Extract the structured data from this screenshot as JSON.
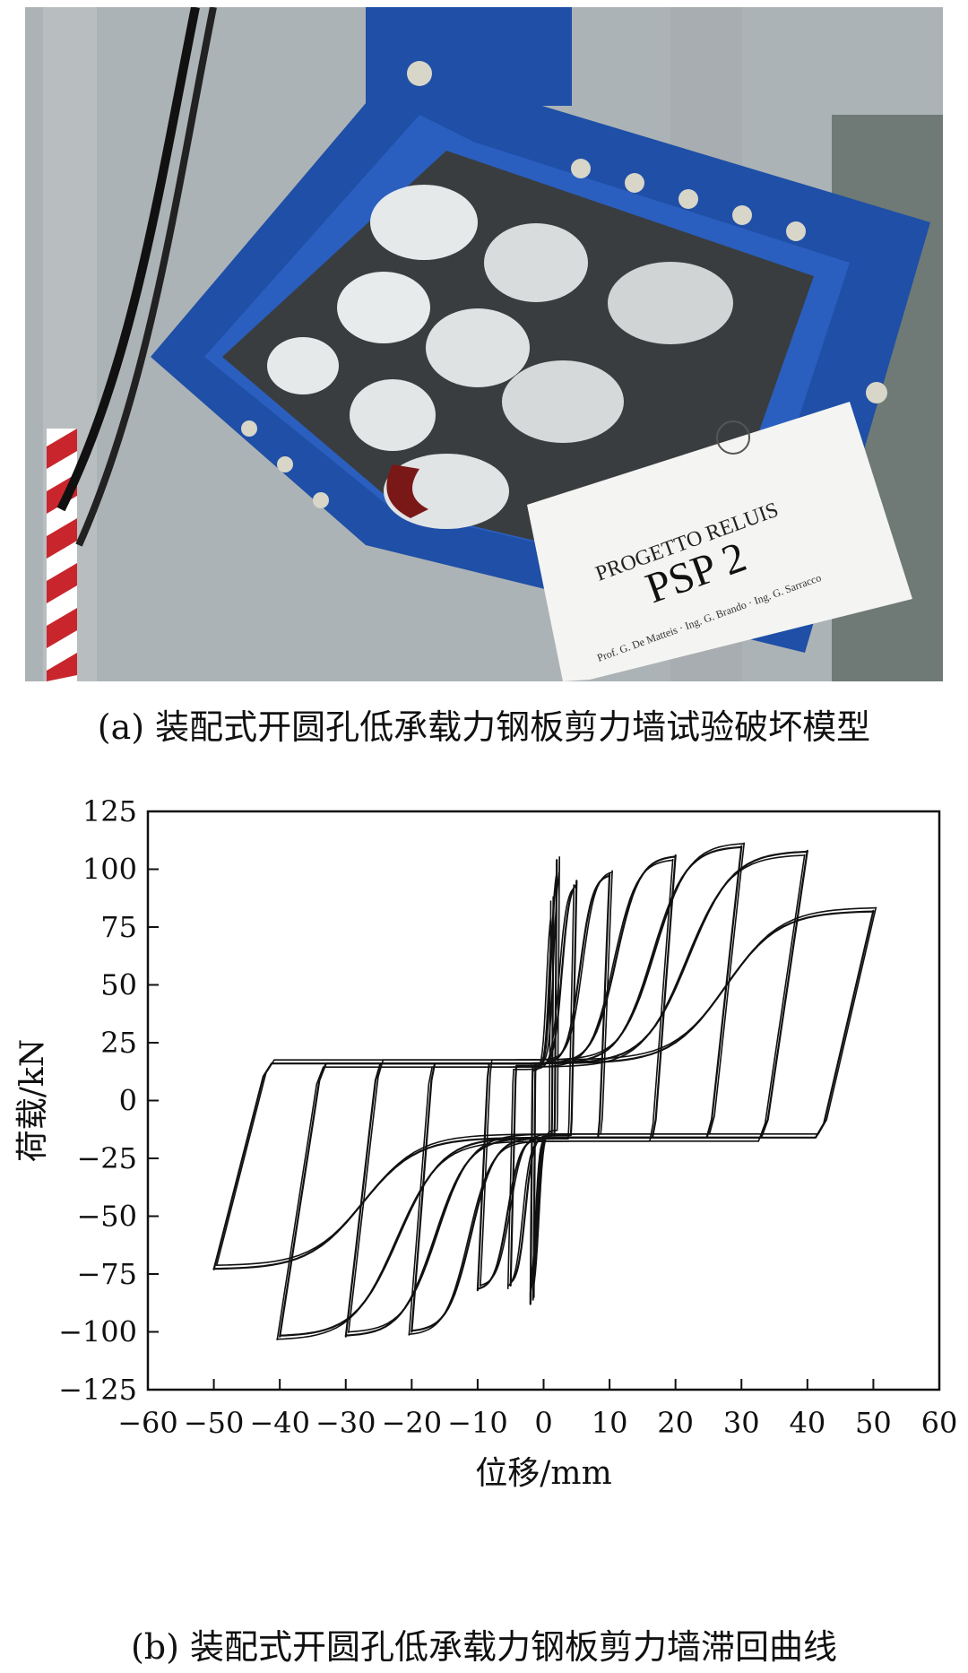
{
  "figure": {
    "caption_a": "(a) 装配式开圆孔低承载力钢板剪力墙试验破坏模型",
    "caption_b": "(b) 装配式开圆孔低承载力钢板剪力墙滞回曲线",
    "photo_label": {
      "project": "PROGETTO RELUIS",
      "specimen": "PSP 2",
      "credits": "Prof. G. De Matteis · Ing. G. Brando · Ing. G. Sarracco"
    }
  },
  "chart_data": {
    "type": "line",
    "xlabel": "位移/mm",
    "ylabel": "荷载/kN",
    "xlim": [
      -60,
      60
    ],
    "ylim": [
      -125,
      125
    ],
    "xticks": [
      -60,
      -50,
      -40,
      -30,
      -20,
      -10,
      0,
      10,
      20,
      30,
      40,
      50,
      60
    ],
    "yticks": [
      125,
      100,
      75,
      50,
      25,
      0,
      -25,
      -50,
      -75,
      -100,
      -125
    ],
    "grid": false,
    "cycles": [
      {
        "amplitude": 1.5,
        "peak_pos": 88,
        "peak_neg": -85
      },
      {
        "amplitude": 2,
        "peak_pos": 104,
        "peak_neg": -88
      },
      {
        "amplitude": 5,
        "peak_pos": 95,
        "peak_neg": -80
      },
      {
        "amplitude": 10,
        "peak_pos": 98,
        "peak_neg": -82
      },
      {
        "amplitude": 20,
        "peak_pos": 106,
        "peak_neg": -100
      },
      {
        "amplitude": 30,
        "peak_pos": 110,
        "peak_neg": -102
      },
      {
        "amplitude": 40,
        "peak_pos": 108,
        "peak_neg": -102
      },
      {
        "amplitude": 50,
        "peak_pos": 82,
        "peak_neg": -73
      }
    ]
  }
}
